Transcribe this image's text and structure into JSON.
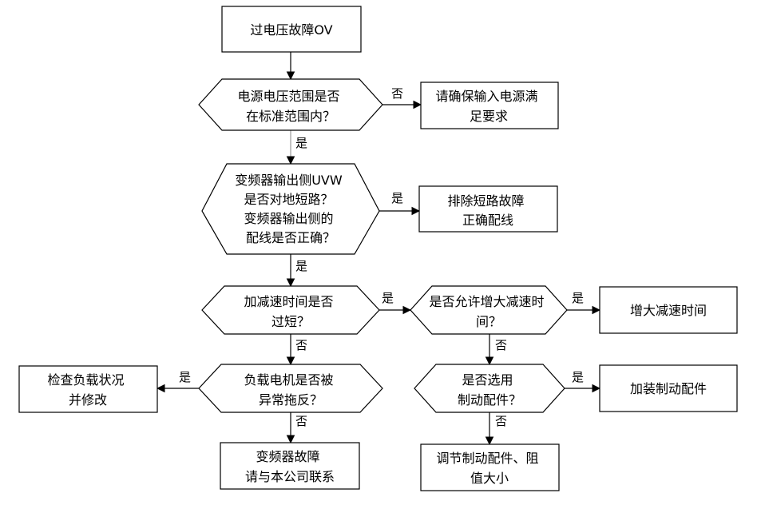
{
  "nodes": {
    "start": {
      "lines": [
        "过电压故障OV"
      ]
    },
    "q_supply": {
      "lines": [
        "电源电压范围是否",
        "在标准范围内？"
      ]
    },
    "a_supply": {
      "lines": [
        "请确保输入电源满",
        "足要求"
      ]
    },
    "q_short": {
      "lines": [
        "变频器输出侧UVW",
        "是否对地短路？",
        "变频器输出侧的",
        "配线是否正确？"
      ]
    },
    "a_short": {
      "lines": [
        "排除短路故障",
        "正确配线"
      ]
    },
    "q_accel": {
      "lines": [
        "加减速时间是否",
        "过短？"
      ]
    },
    "q_allow": {
      "lines": [
        "是否允许增大减速时",
        "间？"
      ]
    },
    "a_increase": {
      "lines": [
        "增大减速时间"
      ]
    },
    "q_motor": {
      "lines": [
        "负载电机是否被",
        "异常拖反？"
      ]
    },
    "a_check": {
      "lines": [
        "检查负载状况",
        "并修改"
      ]
    },
    "q_brake": {
      "lines": [
        "是否选用",
        "制动配件？"
      ]
    },
    "a_brake_install": {
      "lines": [
        "加装制动配件"
      ]
    },
    "end_fault": {
      "lines": [
        "变频器故障",
        "请与本公司联系"
      ]
    },
    "a_adjust": {
      "lines": [
        "调节制动配件、阻",
        "值大小"
      ]
    }
  },
  "edge_labels": {
    "supply_no": "否",
    "supply_yes": "是",
    "short_yes_right": "是",
    "short_yes_down": "是",
    "accel_yes": "是",
    "accel_no": "否",
    "allow_yes": "是",
    "allow_no": "否",
    "motor_yes": "是",
    "motor_no": "否",
    "brake_yes": "是",
    "brake_no": "否"
  }
}
